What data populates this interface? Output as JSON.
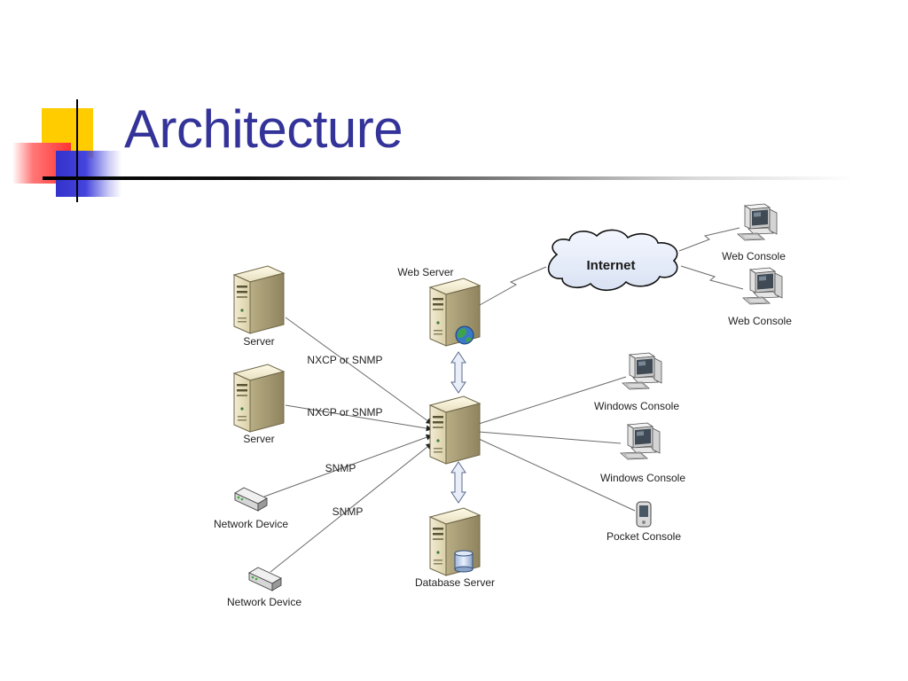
{
  "slide": {
    "title": "Architecture",
    "accent_colors": {
      "title": "#333399",
      "yellow": "#ffcc00",
      "red": "#ff3333",
      "blue": "#3333cc"
    }
  },
  "diagram": {
    "nodes": {
      "web_server": "Web Server",
      "internet": "Internet",
      "web_console_1": "Web Console",
      "web_console_2": "Web Console",
      "server_1": "Server",
      "server_2": "Server",
      "network_device_1": "Network Device",
      "network_device_2": "Network Device",
      "windows_console_1": "Windows Console",
      "windows_console_2": "Windows Console",
      "pocket_console": "Pocket Console",
      "database_server": "Database Server"
    },
    "edges": {
      "server_1": "NXCP or SNMP",
      "server_2": "NXCP or SNMP",
      "network_device_1": "SNMP",
      "network_device_2": "SNMP"
    },
    "icons": {
      "server": "server-tower-icon",
      "globe": "globe-icon",
      "database": "database-cylinder-icon",
      "workstation": "desktop-computer-icon",
      "router": "network-device-icon",
      "pda": "pocket-pc-icon",
      "cloud": "cloud-icon"
    }
  }
}
